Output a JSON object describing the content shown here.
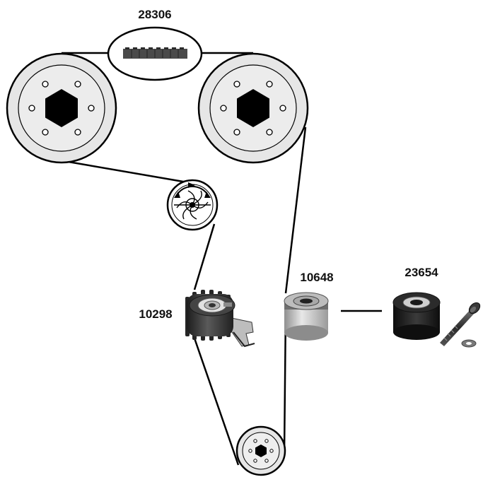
{
  "labels": {
    "belt": "28306",
    "tensioner": "10298",
    "idler": "10648",
    "idler_kit": "23654"
  },
  "colors": {
    "line": "#000000",
    "pulley_fill": "#e6e6e6",
    "hub": "#000000",
    "metal_light": "#d9d9d9",
    "metal_dark": "#3a3a3a",
    "roller_black": "#1a1a1a"
  }
}
